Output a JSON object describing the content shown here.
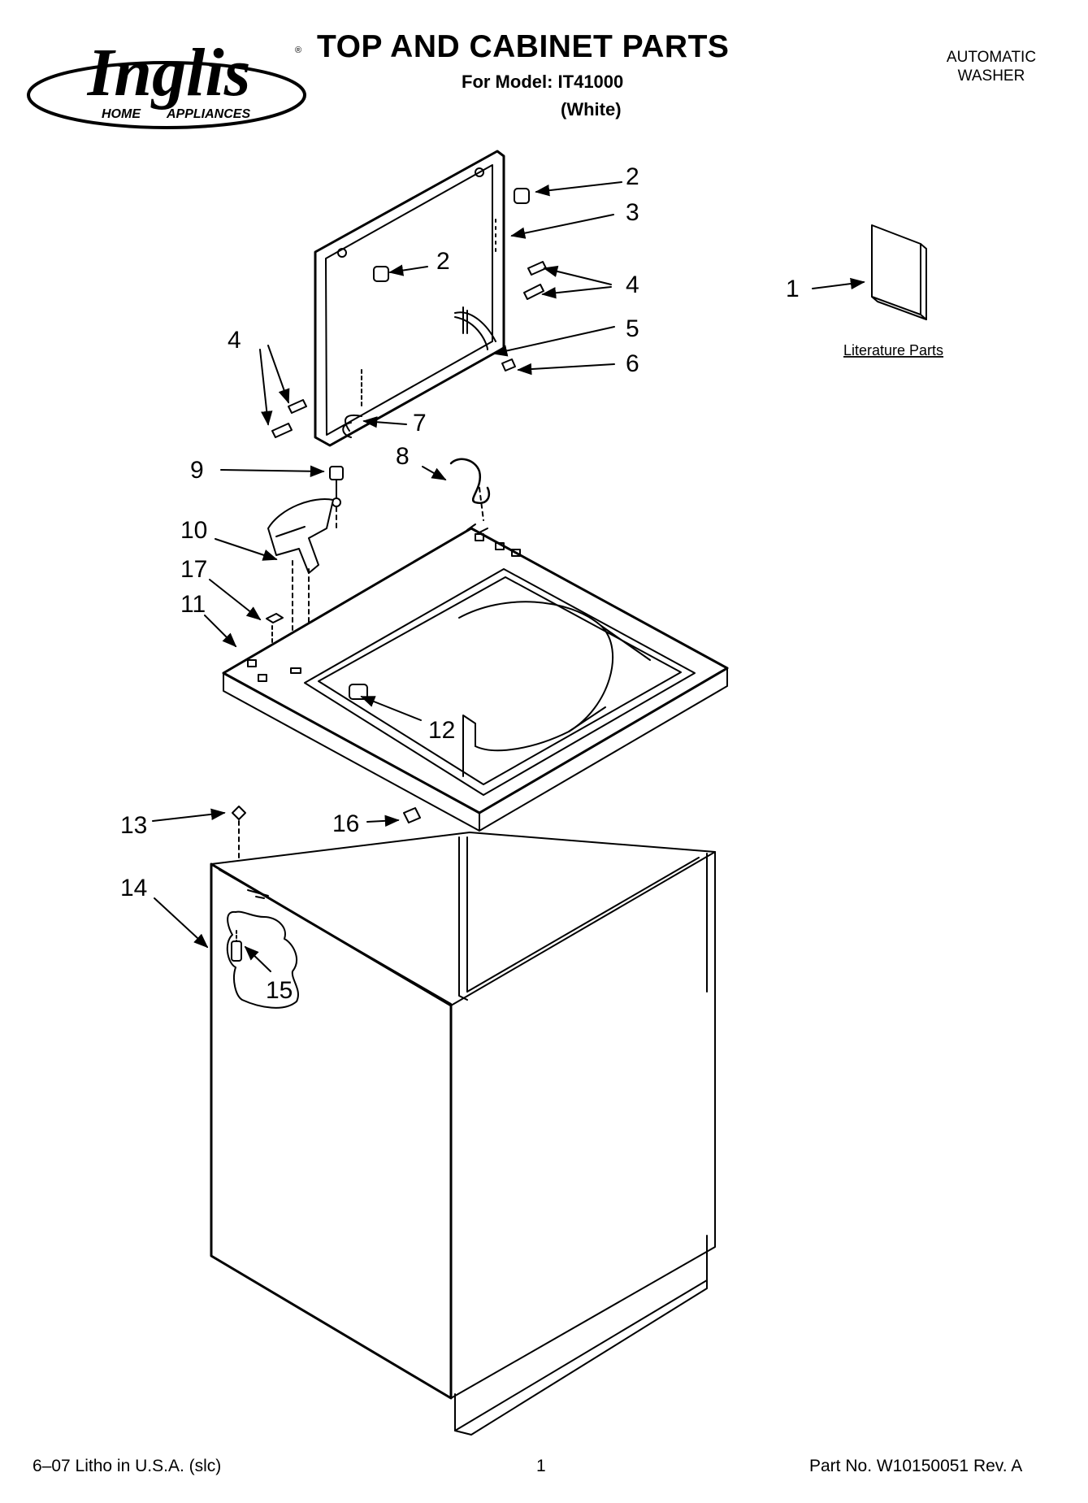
{
  "header": {
    "brand": "Inglis",
    "brand_tagline_left": "HOME",
    "brand_tagline_right": "APPLIANCES",
    "title": "TOP AND CABINET PARTS",
    "model_line": "For Model: IT41000",
    "color_line": "(White)",
    "product_line1": "AUTOMATIC",
    "product_line2": "WASHER"
  },
  "callouts": [
    "1",
    "2",
    "2",
    "3",
    "4",
    "4",
    "5",
    "6",
    "7",
    "8",
    "9",
    "10",
    "11",
    "12",
    "13",
    "14",
    "15",
    "16",
    "17"
  ],
  "literature_label": "Literature Parts",
  "footer": {
    "litho": "6–07 Litho in U.S.A. (slc)",
    "page": "1",
    "part_no": "Part No. W10150051 Rev. A"
  }
}
